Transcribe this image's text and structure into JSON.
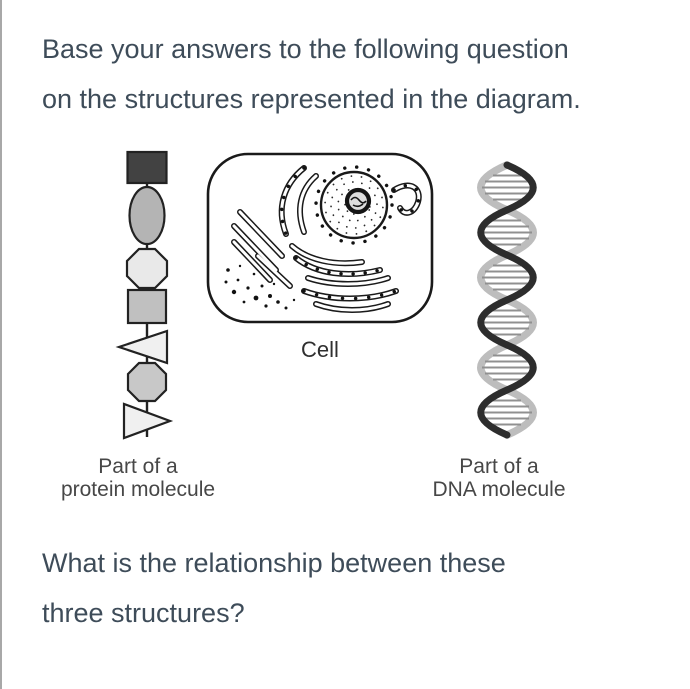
{
  "intro": {
    "lines": [
      "Base your answers to the following question",
      "on the structures represented in the diagram."
    ]
  },
  "figures": {
    "protein": {
      "caption_lines": [
        "Part of a",
        "protein molecule"
      ],
      "chain_shapes": [
        "dark-square",
        "oval",
        "light-octagon",
        "gray-square",
        "left-triangle",
        "gray-octagon",
        "right-triangle"
      ]
    },
    "cell": {
      "caption": "Cell"
    },
    "dna": {
      "caption_lines": [
        "Part of a",
        "DNA molecule"
      ]
    }
  },
  "question": {
    "lines": [
      "What is the relationship between these",
      "three structures?"
    ]
  },
  "colors": {
    "body_text": "#3e4c59",
    "caption_text": "#474747",
    "line_art": "#1a1a1a",
    "left_border": "#a8a8a8",
    "dna_dark_strand": "#2d2d2d",
    "dna_light_strand": "#bdbdbd",
    "dna_rung": "#909090",
    "chain_dark_square": "#424242",
    "chain_oval": "#b4b4b4",
    "chain_light_octagon": "#e9e9e9",
    "chain_gray_square": "#c0c0c0",
    "chain_triangle": "#f0f0f0",
    "chain_gray_octagon": "#c8c8c8"
  }
}
